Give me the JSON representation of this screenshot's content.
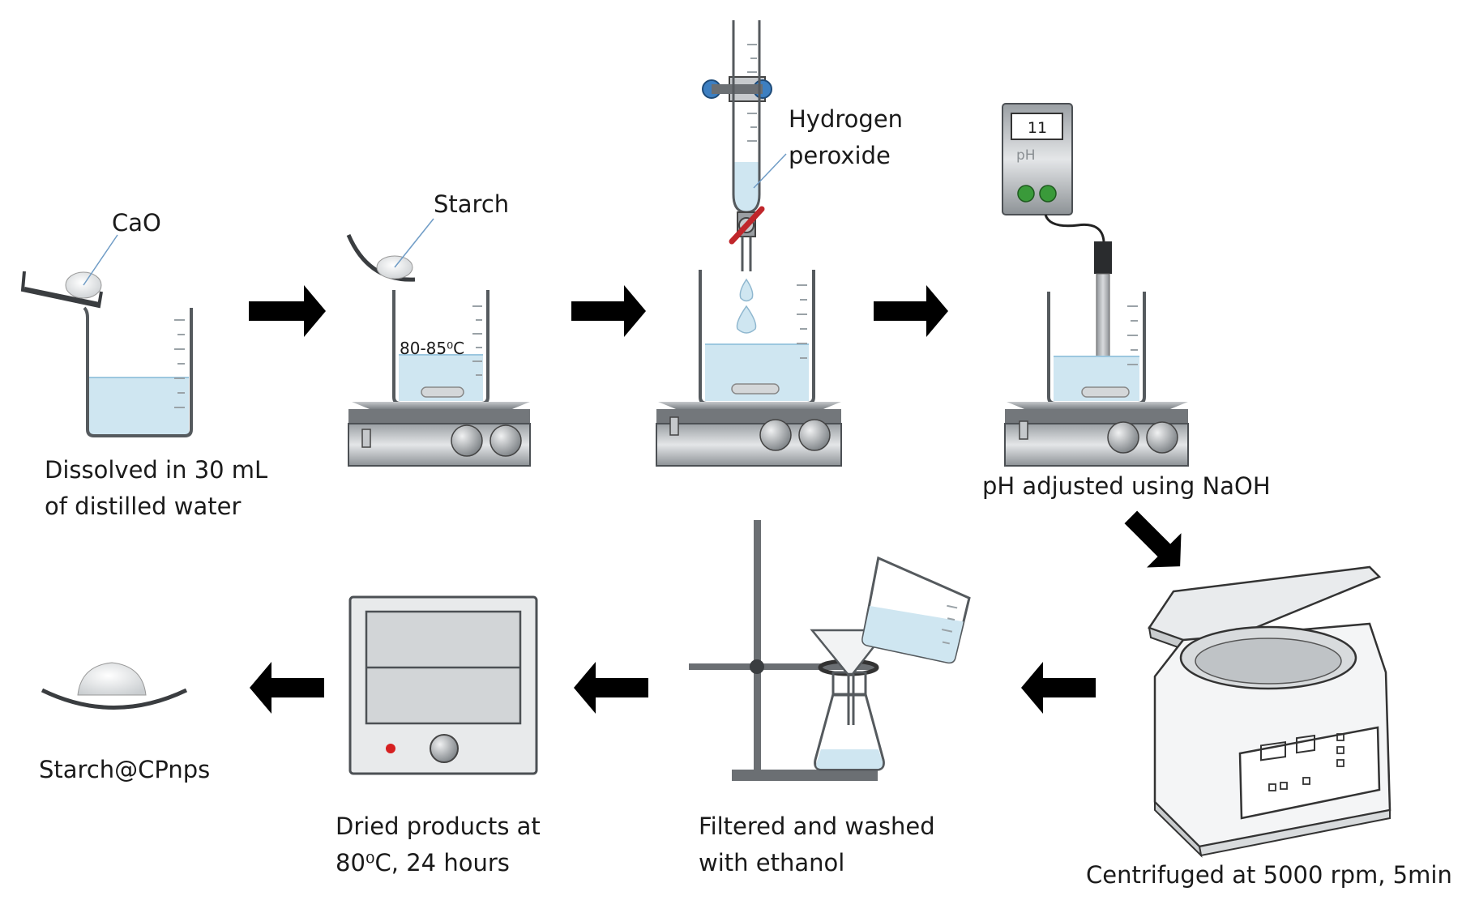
{
  "labels": {
    "cao": "CaO",
    "starch": "Starch",
    "temperature": "80-85⁰C",
    "hydrogen_line1": "Hydrogen",
    "hydrogen_line2": "peroxide",
    "ph_value": "11",
    "ph_unit": "pH",
    "step1_line1": "Dissolved in 30 mL",
    "step1_line2": "of distilled water",
    "step4": "pH adjusted using NaOH",
    "step5": "Centrifuged at 5000 rpm, 5min",
    "step6_line1": "Filtered and washed",
    "step6_line2": "with ethanol",
    "step7_line1": "Dried products at",
    "step7_line2": "80⁰C, 24 hours",
    "product": "Starch@CPnps"
  },
  "colors": {
    "water": "#cfe6f1",
    "stirrer": "#d4d7d9",
    "valve_red": "#c0262b",
    "clamp_blue": "#3d7fc1",
    "led_green": "#3a9a3a",
    "oven_led": "#d62020"
  },
  "icons": [
    "beaker-icon",
    "hotplate-stirrer-icon",
    "burette-icon",
    "ph-meter-icon",
    "centrifuge-icon",
    "filter-funnel-icon",
    "drying-oven-icon",
    "spatula-icon",
    "arrow-icon"
  ]
}
